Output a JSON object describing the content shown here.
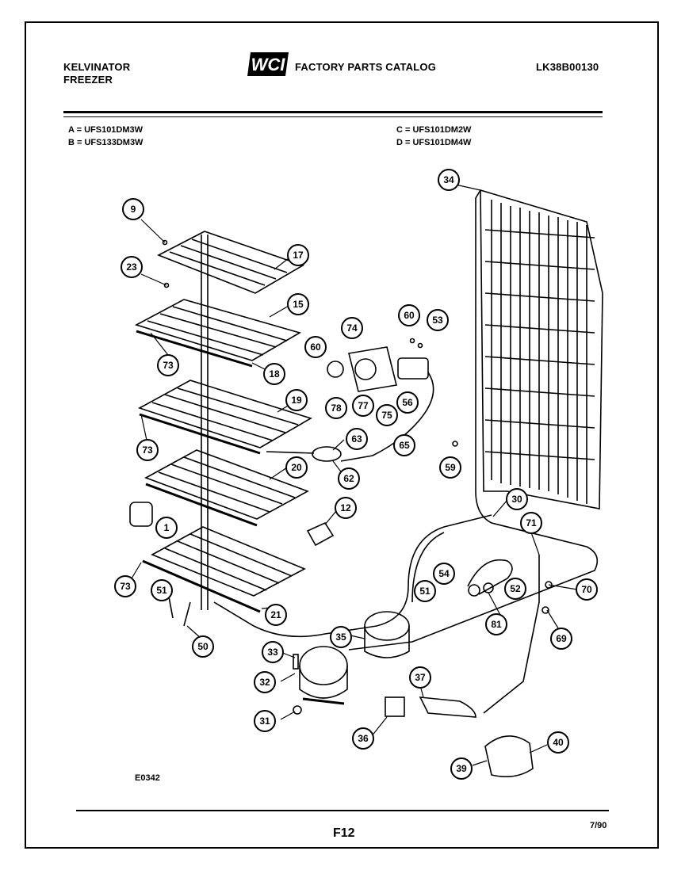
{
  "header": {
    "brand_line1": "KELVINATOR",
    "brand_line2": "FREEZER",
    "logo_text": "WCI",
    "catalog_title": "FACTORY PARTS CATALOG",
    "part_number": "LK38B00130"
  },
  "models": {
    "a": "A = UFS101DM3W",
    "b": "B = UFS133DM3W",
    "c": "C = UFS101DM2W",
    "d": "D = UFS101DM4W"
  },
  "callouts": [
    "9",
    "23",
    "17",
    "15",
    "73",
    "18",
    "74",
    "60",
    "60",
    "53",
    "19",
    "78",
    "77",
    "75",
    "56",
    "73",
    "63",
    "65",
    "59",
    "34",
    "20",
    "62",
    "12",
    "1",
    "30",
    "71",
    "73",
    "51",
    "54",
    "52",
    "70",
    "51",
    "21",
    "81",
    "69",
    "50",
    "33",
    "35",
    "32",
    "37",
    "31",
    "36",
    "40",
    "39"
  ],
  "footer": {
    "drawing_code": "E0342",
    "page": "F12",
    "date": "7/90"
  }
}
